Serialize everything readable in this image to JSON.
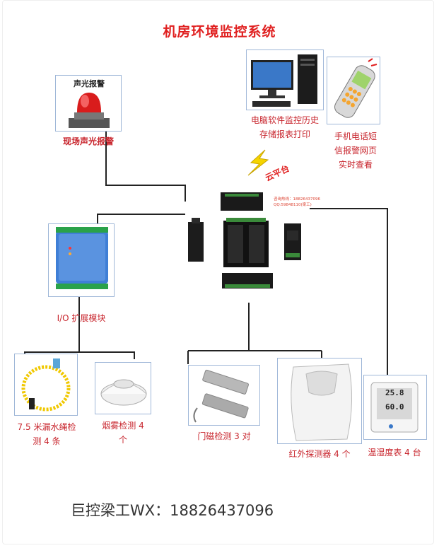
{
  "title": "机房环境监控系统",
  "footer": "巨控梁工WX：18826437096",
  "cloud_label": "云平台",
  "controller_note": [
    "咨询热线：18826437096",
    "QQ:59848110(梁工)"
  ],
  "nodes": {
    "alarm": {
      "panel_text": "声光报警",
      "caption": "现场声光报警"
    },
    "pc": {
      "caption_lines": [
        "电脑软件监控历史",
        "存储报表打印"
      ]
    },
    "phone": {
      "caption_lines": [
        "手机电话短",
        "信报警网页",
        "实时查看"
      ]
    },
    "io": {
      "caption": "I/O 扩展模块"
    },
    "water": {
      "caption_lines": [
        "7.5 米漏水绳检",
        "测 4 条"
      ]
    },
    "smoke": {
      "caption_lines": [
        "烟雾检测 4",
        "个"
      ]
    },
    "door": {
      "caption": "门磁检测 3 对"
    },
    "infrared": {
      "caption": "红外探测器 4 个"
    },
    "thermo": {
      "caption": "温湿度表 4 台",
      "display_values": [
        "25.8",
        "60.0"
      ]
    }
  },
  "colors": {
    "accent": "#e02020",
    "caption": "#c8252d",
    "device_blue": "#3f7fd6",
    "line": "#222222"
  }
}
